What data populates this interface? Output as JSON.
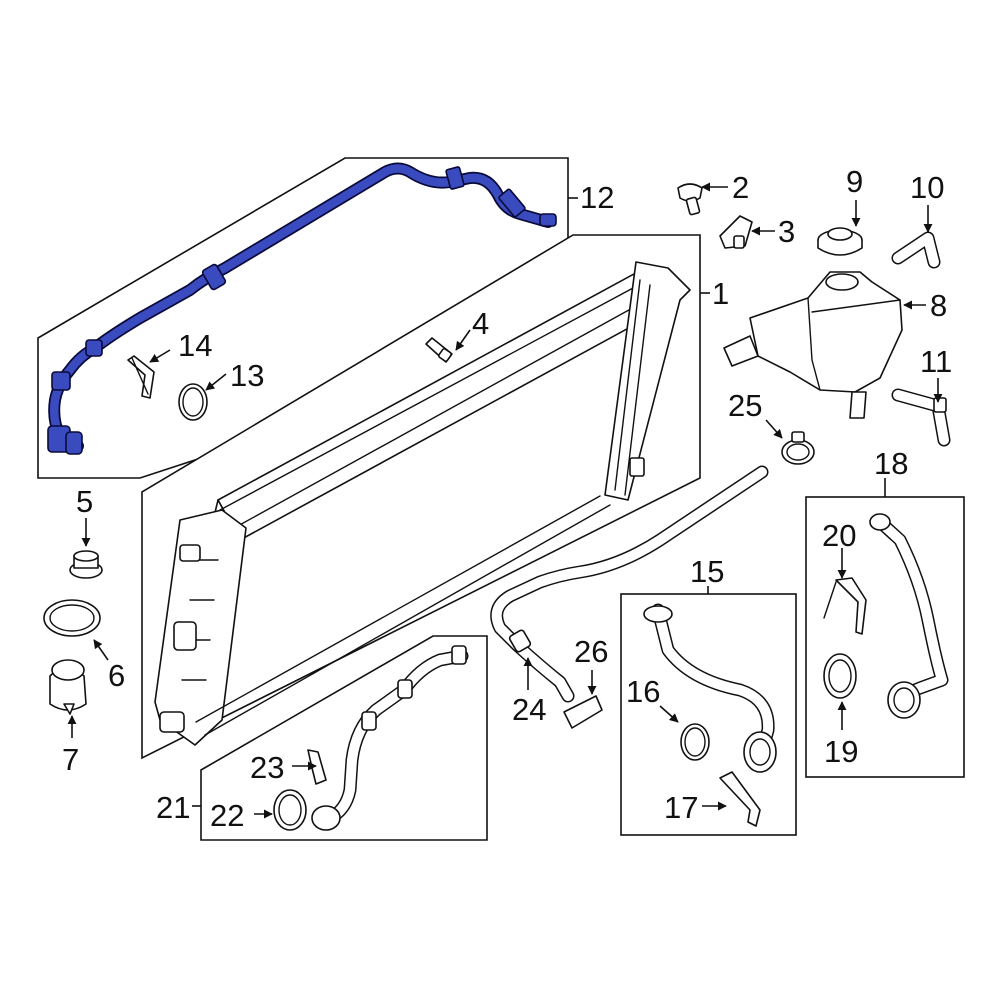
{
  "colors": {
    "highlight": "#3a4bbf",
    "line": "#111111",
    "background": "#ffffff"
  },
  "callouts": [
    {
      "id": "1",
      "text": "1"
    },
    {
      "id": "2",
      "text": "2"
    },
    {
      "id": "3",
      "text": "3"
    },
    {
      "id": "4",
      "text": "4"
    },
    {
      "id": "5",
      "text": "5"
    },
    {
      "id": "6",
      "text": "6"
    },
    {
      "id": "7",
      "text": "7"
    },
    {
      "id": "8",
      "text": "8"
    },
    {
      "id": "9",
      "text": "9"
    },
    {
      "id": "10",
      "text": "10"
    },
    {
      "id": "11",
      "text": "11"
    },
    {
      "id": "12",
      "text": "12"
    },
    {
      "id": "13",
      "text": "13"
    },
    {
      "id": "14",
      "text": "14"
    },
    {
      "id": "15",
      "text": "15"
    },
    {
      "id": "16",
      "text": "16"
    },
    {
      "id": "17",
      "text": "17"
    },
    {
      "id": "18",
      "text": "18"
    },
    {
      "id": "19",
      "text": "19"
    },
    {
      "id": "20",
      "text": "20"
    },
    {
      "id": "21",
      "text": "21"
    },
    {
      "id": "22",
      "text": "22"
    },
    {
      "id": "23",
      "text": "23"
    },
    {
      "id": "24",
      "text": "24"
    },
    {
      "id": "25",
      "text": "25"
    },
    {
      "id": "26",
      "text": "26"
    }
  ],
  "highlighted_part": "12"
}
